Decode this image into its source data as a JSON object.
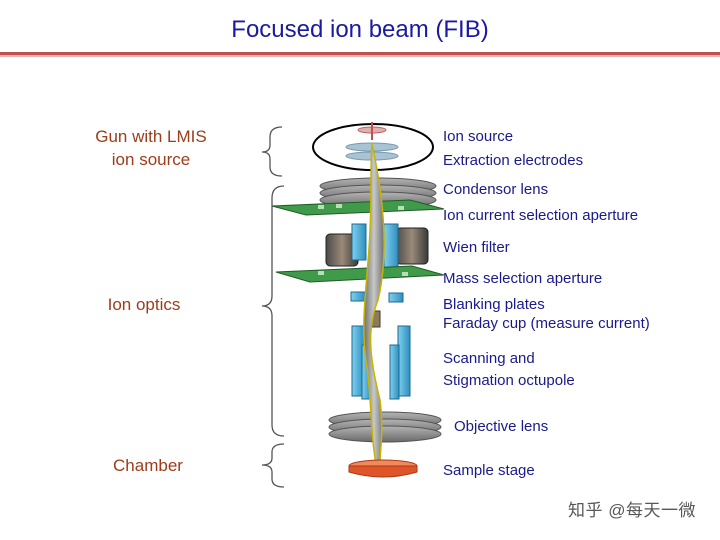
{
  "title": "Focused ion beam (FIB)",
  "groups": {
    "gun": "Gun with LMIS ion source",
    "optics": "Ion optics",
    "chamber": "Chamber"
  },
  "components": {
    "ion_source": "Ion source",
    "extraction": "Extraction electrodes",
    "condensor": "Condensor lens",
    "current_aperture": "Ion current selection aperture",
    "wien": "Wien filter",
    "mass_aperture": "Mass selection aperture",
    "blanking": "Blanking plates",
    "faraday": "Faraday cup (measure current)",
    "scanning": "Scanning and",
    "stigmation": "Stigmation octupole",
    "objective": "Objective lens",
    "stage": "Sample stage"
  },
  "watermark": "知乎 @每天一微",
  "colors": {
    "title": "#1a1aa0",
    "rule": "#c0504d",
    "group_label": "#9c3c1a",
    "component_label": "#1a1a8a",
    "aperture_plate": "#3f9b4a",
    "octupole": "#4ab0d8",
    "lens": "#8c8c8c",
    "stage": "#e0542a"
  }
}
